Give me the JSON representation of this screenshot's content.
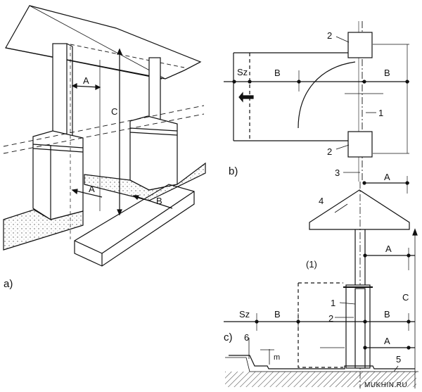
{
  "figure": {
    "panel_a": {
      "caption": "a)",
      "dimensions": {
        "a_upper": "A",
        "c": "C",
        "a_lower": "A",
        "b": "B"
      }
    },
    "panel_b": {
      "caption": "b)",
      "labels": {
        "sz": "Sz",
        "b_left": "B",
        "b_right": "B",
        "a": "A"
      },
      "callouts": {
        "post_top": "2",
        "post_bottom": "2",
        "rail": "1",
        "line3": "3"
      }
    },
    "panel_c": {
      "caption": "c)",
      "labels": {
        "roof_callout": "4",
        "paren1": "(1)",
        "a_top": "A",
        "c": "C",
        "sz": "Sz",
        "b_left": "B",
        "b_right": "B",
        "a_bottom": "A",
        "m": "m"
      },
      "callouts": {
        "c1": "1",
        "c2": "2",
        "c6": "6",
        "c5": "5"
      }
    },
    "watermark": "MUKHIN.RU"
  }
}
